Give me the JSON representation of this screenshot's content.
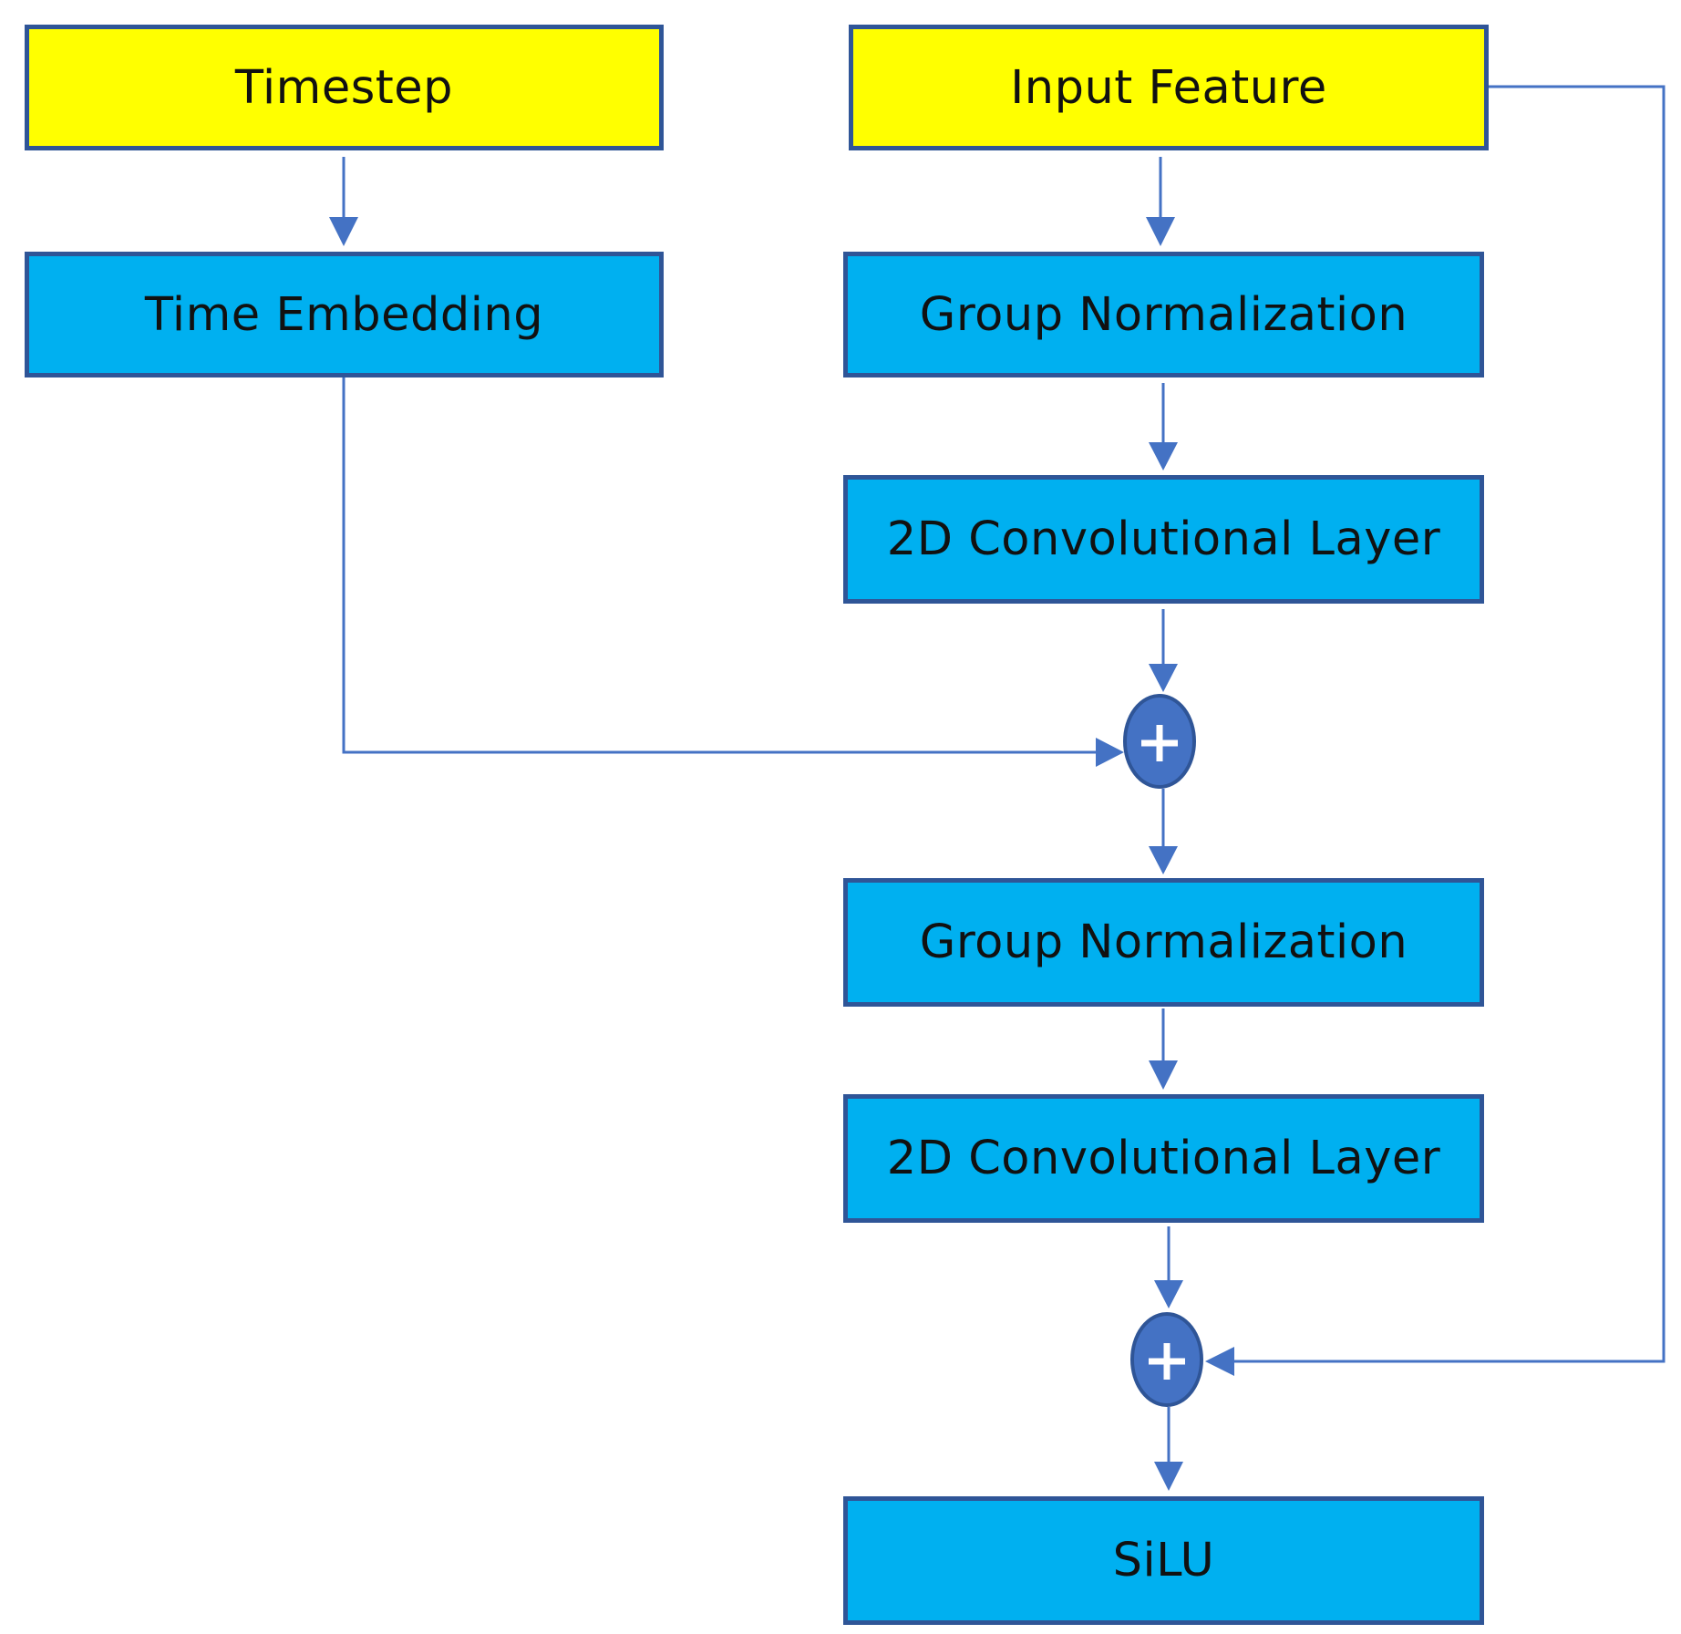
{
  "diagram": {
    "nodes": {
      "timestep": "Timestep",
      "input_feature": "Input Feature",
      "time_embedding": "Time Embedding",
      "group_norm_1": "Group Normalization",
      "conv_1": "2D Convolutional Layer",
      "group_norm_2": "Group Normalization",
      "conv_2": "2D Convolutional Layer",
      "silu": "SiLU"
    },
    "edges": [
      {
        "from": "timestep",
        "to": "time_embedding"
      },
      {
        "from": "input_feature",
        "to": "group_norm_1"
      },
      {
        "from": "group_norm_1",
        "to": "conv_1"
      },
      {
        "from": "conv_1",
        "to": "add_1"
      },
      {
        "from": "time_embedding",
        "to": "add_1"
      },
      {
        "from": "add_1",
        "to": "group_norm_2"
      },
      {
        "from": "group_norm_2",
        "to": "conv_2"
      },
      {
        "from": "conv_2",
        "to": "add_2"
      },
      {
        "from": "input_feature",
        "to": "add_2"
      },
      {
        "from": "add_2",
        "to": "silu"
      }
    ],
    "operators": {
      "add_1": "+",
      "add_2": "+"
    },
    "colors": {
      "input_fill": "#FFFF00",
      "layer_fill": "#00B0F0",
      "border": "#2F5597",
      "connector": "#4472C4",
      "operator_fill": "#4472C4"
    }
  }
}
